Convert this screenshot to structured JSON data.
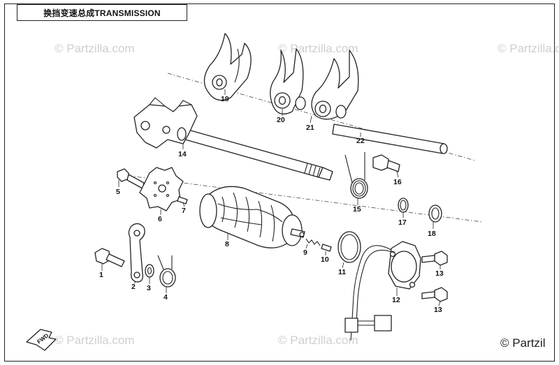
{
  "diagram": {
    "title": "换挡变速总成TRANSMISSION",
    "watermark": "© Partzilla.com",
    "copyright": "© Partzil",
    "fwd_label": "FWD",
    "callouts": {
      "p1": "1",
      "p2": "2",
      "p3": "3",
      "p4": "4",
      "p5": "5",
      "p6": "6",
      "p7": "7",
      "p8": "8",
      "p9": "9",
      "p10": "10",
      "p11": "11",
      "p12": "12",
      "p13a": "13",
      "p13b": "13",
      "p14": "14",
      "p15": "15",
      "p16": "16",
      "p17": "17",
      "p18": "18",
      "p19": "19",
      "p20": "20",
      "p21": "21",
      "p22": "22"
    }
  }
}
